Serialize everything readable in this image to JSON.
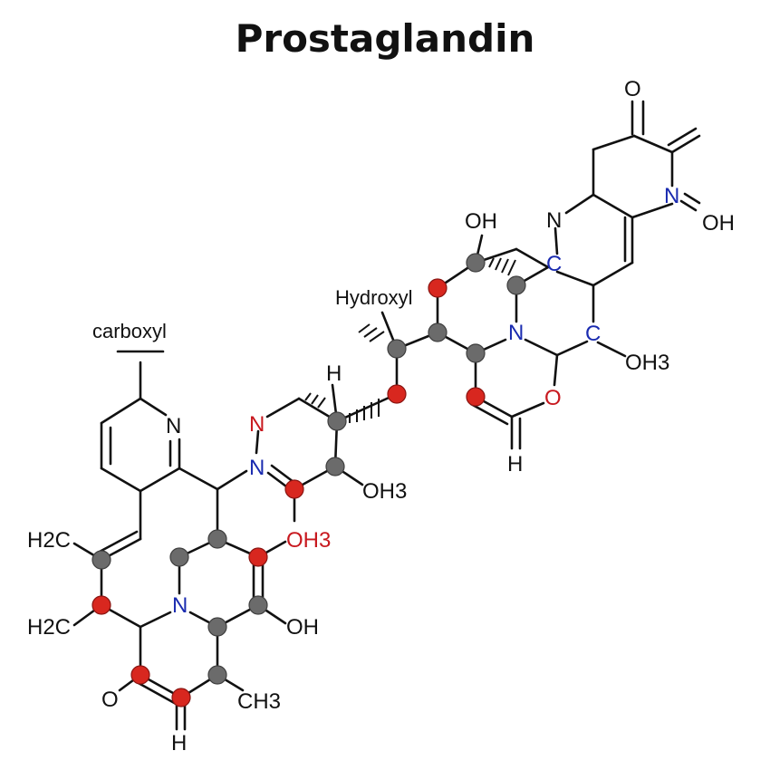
{
  "title": "Prostaglandin",
  "colors": {
    "bond": "#111111",
    "carbon_atom": "#6b6b6b",
    "oxygen_atom": "#d8271f",
    "nitrogen_label": "#1a2bb0",
    "oxygen_label": "#c8191f"
  },
  "annotations": {
    "carboxyl": "carboxyl",
    "hydroxyl": "Hydroxyl"
  },
  "labels": {
    "o_top": "O",
    "n_oxide": "N",
    "oh_right": "OH",
    "oh_upper": "OH",
    "n_ring_upper": "N",
    "c_upper": "C",
    "n_center": "N",
    "c_right": "C",
    "oh3_right": "OH3",
    "o_lactone": "O",
    "h_lactone": "H",
    "h_mid": "H",
    "n_pyrazine_top": "N",
    "n_pyrazine_bottom": "N",
    "oh3_mid": "OH3",
    "oh3_mid_lower": "OH3",
    "n_pyridine": "N",
    "h2c_upper": "H2C",
    "h2c_lower": "H2C",
    "n_lower_ring": "N",
    "oh_lower": "OH",
    "o_lower": "O",
    "h_bottom": "H",
    "ch3_bottom": "CH3"
  }
}
